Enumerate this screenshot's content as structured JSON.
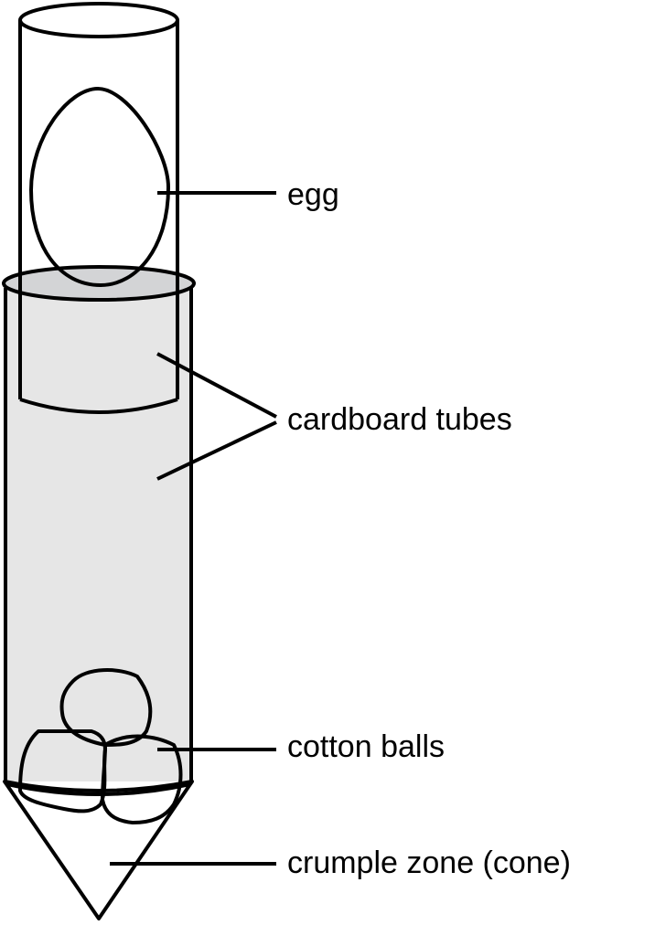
{
  "labels": {
    "egg": "egg",
    "tubes": "cardboard tubes",
    "cotton": "cotton balls",
    "cone": "crumple zone (cone)"
  },
  "colors": {
    "tube_fill": "#e6e6e6",
    "rim_fill": "#d3d4d6",
    "stroke": "#000000"
  }
}
